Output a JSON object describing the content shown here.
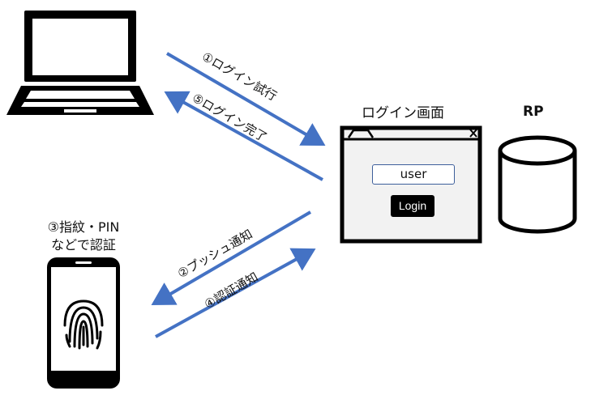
{
  "screen": {
    "title": "ログイン画面",
    "user_field": "user",
    "login_button": "Login"
  },
  "server": {
    "label": "RP"
  },
  "smartphone": {
    "label_line1": "③指紋・PIN",
    "label_line2": "などで認証"
  },
  "arrows": {
    "step1": "①ログイン試行",
    "step2": "②プッシュ通知",
    "step4": "④認証通知",
    "step5": "⑤ログイン完了"
  },
  "colors": {
    "arrow": "#4472c4",
    "outline": "#000000",
    "window_fill": "#f2f2f2"
  },
  "icons": [
    "laptop-icon",
    "smartphone-icon",
    "fingerprint-icon",
    "database-icon",
    "browser-window-icon"
  ]
}
